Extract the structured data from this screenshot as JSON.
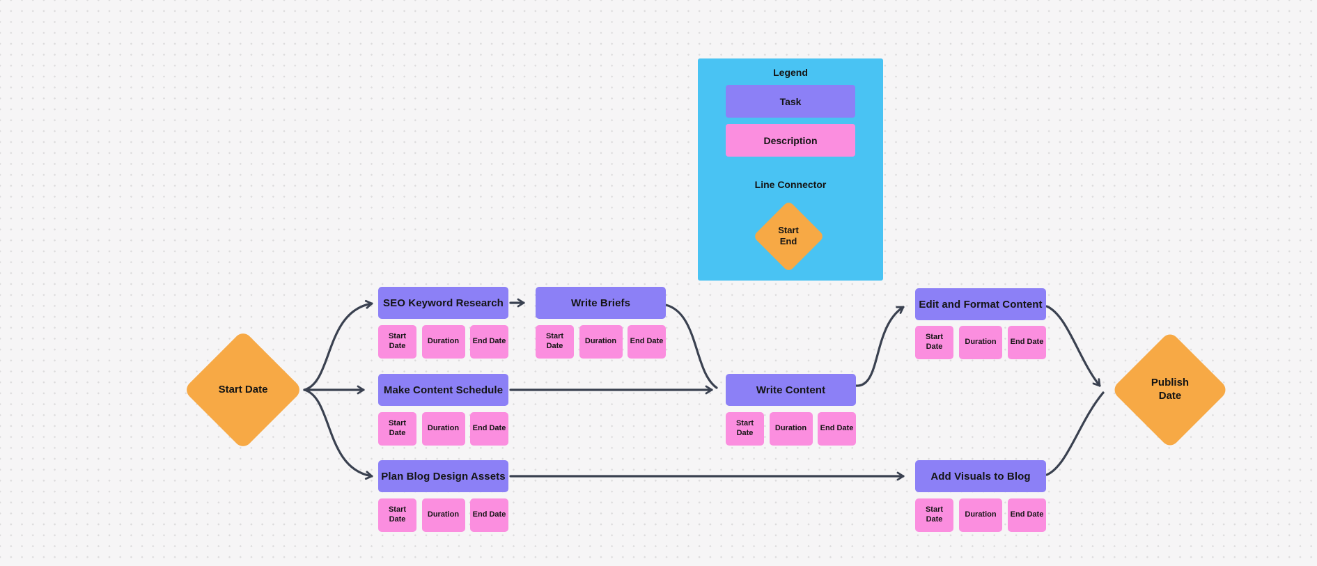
{
  "colors": {
    "canvas_bg": "#f6f5f6",
    "dot_grid": "#dcdbdc",
    "task_purple": "#8c80f6",
    "description_pink": "#fb8edf",
    "terminator_orange": "#f7a945",
    "legend_cyan": "#49c3f3",
    "connector_dark": "#3a4150",
    "text": "#141414"
  },
  "legend": {
    "title": "Legend",
    "task_label": "Task",
    "description_label": "Description",
    "connector_label": "Line Connector",
    "terminator_line1": "Start",
    "terminator_line2": "End"
  },
  "nodes": {
    "start_label": "Start Date",
    "end_label": "Publish Date"
  },
  "tasks": [
    {
      "label": "SEO Keyword Research",
      "fields": [
        "Start Date",
        "Duration",
        "End Date"
      ]
    },
    {
      "label": "Write Briefs",
      "fields": [
        "Start Date",
        "Duration",
        "End Date"
      ]
    },
    {
      "label": "Make Content Schedule",
      "fields": [
        "Start Date",
        "Duration",
        "End Date"
      ]
    },
    {
      "label": "Write Content",
      "fields": [
        "Start Date",
        "Duration",
        "End Date"
      ]
    },
    {
      "label": "Edit and Format Content",
      "fields": [
        "Start Date",
        "Duration",
        "End Date"
      ]
    },
    {
      "label": "Plan Blog Design Assets",
      "fields": [
        "Start Date",
        "Duration",
        "End Date"
      ]
    },
    {
      "label": "Add Visuals to Blog",
      "fields": [
        "Start Date",
        "Duration",
        "End Date"
      ]
    }
  ]
}
